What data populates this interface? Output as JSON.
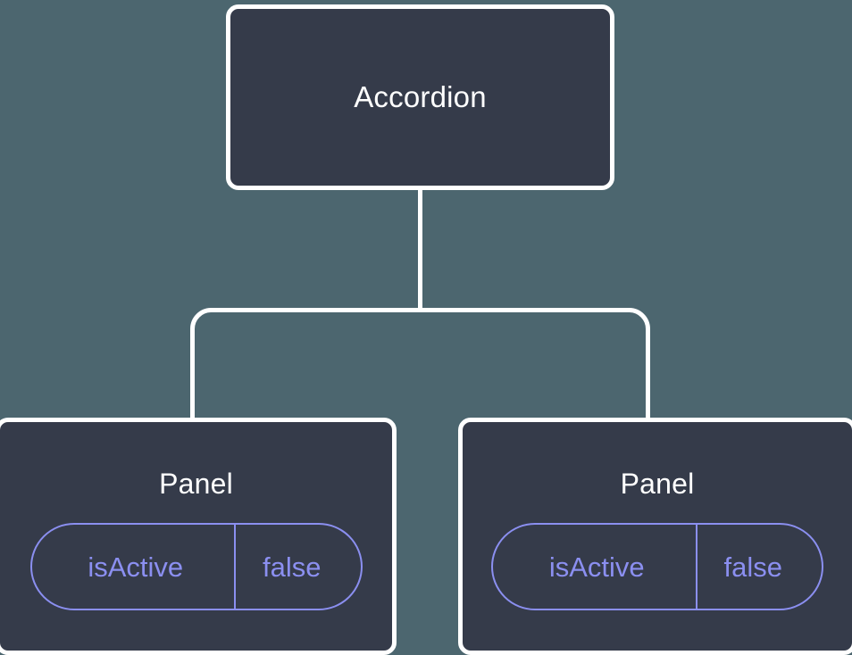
{
  "diagram": {
    "type": "component-tree",
    "background_color": "#4c666f",
    "node_fill_color": "#353b4a",
    "node_border_color": "#ffffff",
    "connector_color": "#ffffff",
    "prop_accent_color": "#8b8ff0",
    "root": {
      "title": "Accordion"
    },
    "children": [
      {
        "title": "Panel",
        "props": [
          {
            "key": "isActive",
            "value": "false"
          }
        ]
      },
      {
        "title": "Panel",
        "props": [
          {
            "key": "isActive",
            "value": "false"
          }
        ]
      }
    ]
  }
}
